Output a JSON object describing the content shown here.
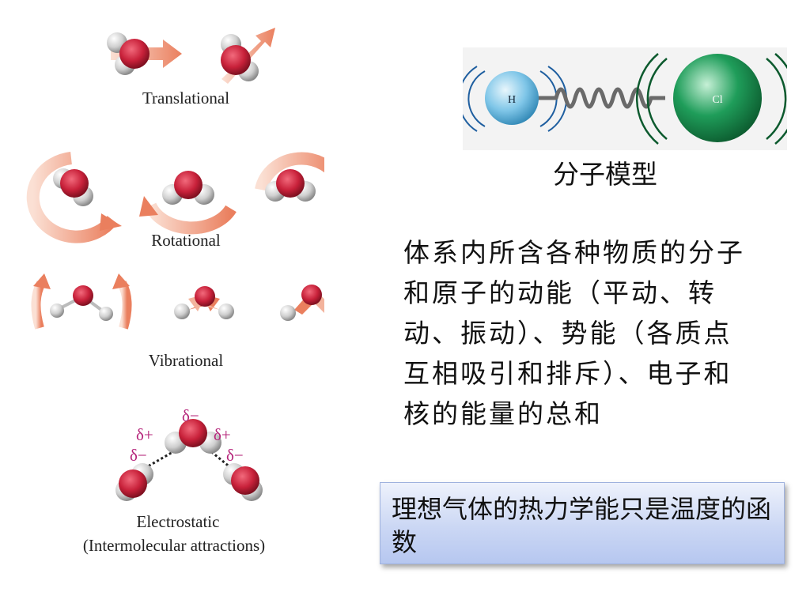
{
  "motions": {
    "translational": "Translational",
    "rotational": "Rotational",
    "vibrational": "Vibrational",
    "electrostatic": "Electrostatic",
    "electrostatic_sub": "(Intermolecular attractions)",
    "partial_minus": "δ−",
    "partial_plus_left": "δ+",
    "partial_plus_right": "δ+",
    "partial_minus_left": "δ−",
    "partial_minus_right": "δ−"
  },
  "model": {
    "atom_h": "H",
    "atom_cl": "Cl",
    "title": "分子模型"
  },
  "description": "体系内所含各种物质的分子和原子的动能（平动、转动、振动）、势能（各质点互相吸引和排斥）、电子和核的能量的总和",
  "note": "理想气体的热力学能只是温度的函数",
  "colors": {
    "oxygen": "#c8213a",
    "hydrogen": "#d9d9d9",
    "arrow": "#f0a488",
    "partial_charge": "#b5247a",
    "h_atom": "#7fc6e8",
    "cl_atom": "#1f9d5a",
    "note_bg": "#c9d6f3"
  }
}
